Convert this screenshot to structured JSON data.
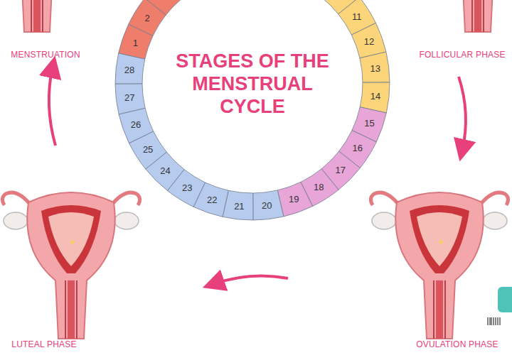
{
  "diagram": {
    "title": "STAGES OF THE MENSTRUAL CYCLE",
    "labels": [
      "MENSTRUATION",
      "FOLLICULAR PHASE",
      "LUTEAL PHASE",
      "OVULATION PHASE",
      "1",
      "2",
      "11",
      "12",
      "13",
      "14",
      "15",
      "16",
      "17",
      "18",
      "19",
      "20",
      "21",
      "22",
      "23",
      "24",
      "25",
      "26",
      "27",
      "28"
    ]
  }
}
